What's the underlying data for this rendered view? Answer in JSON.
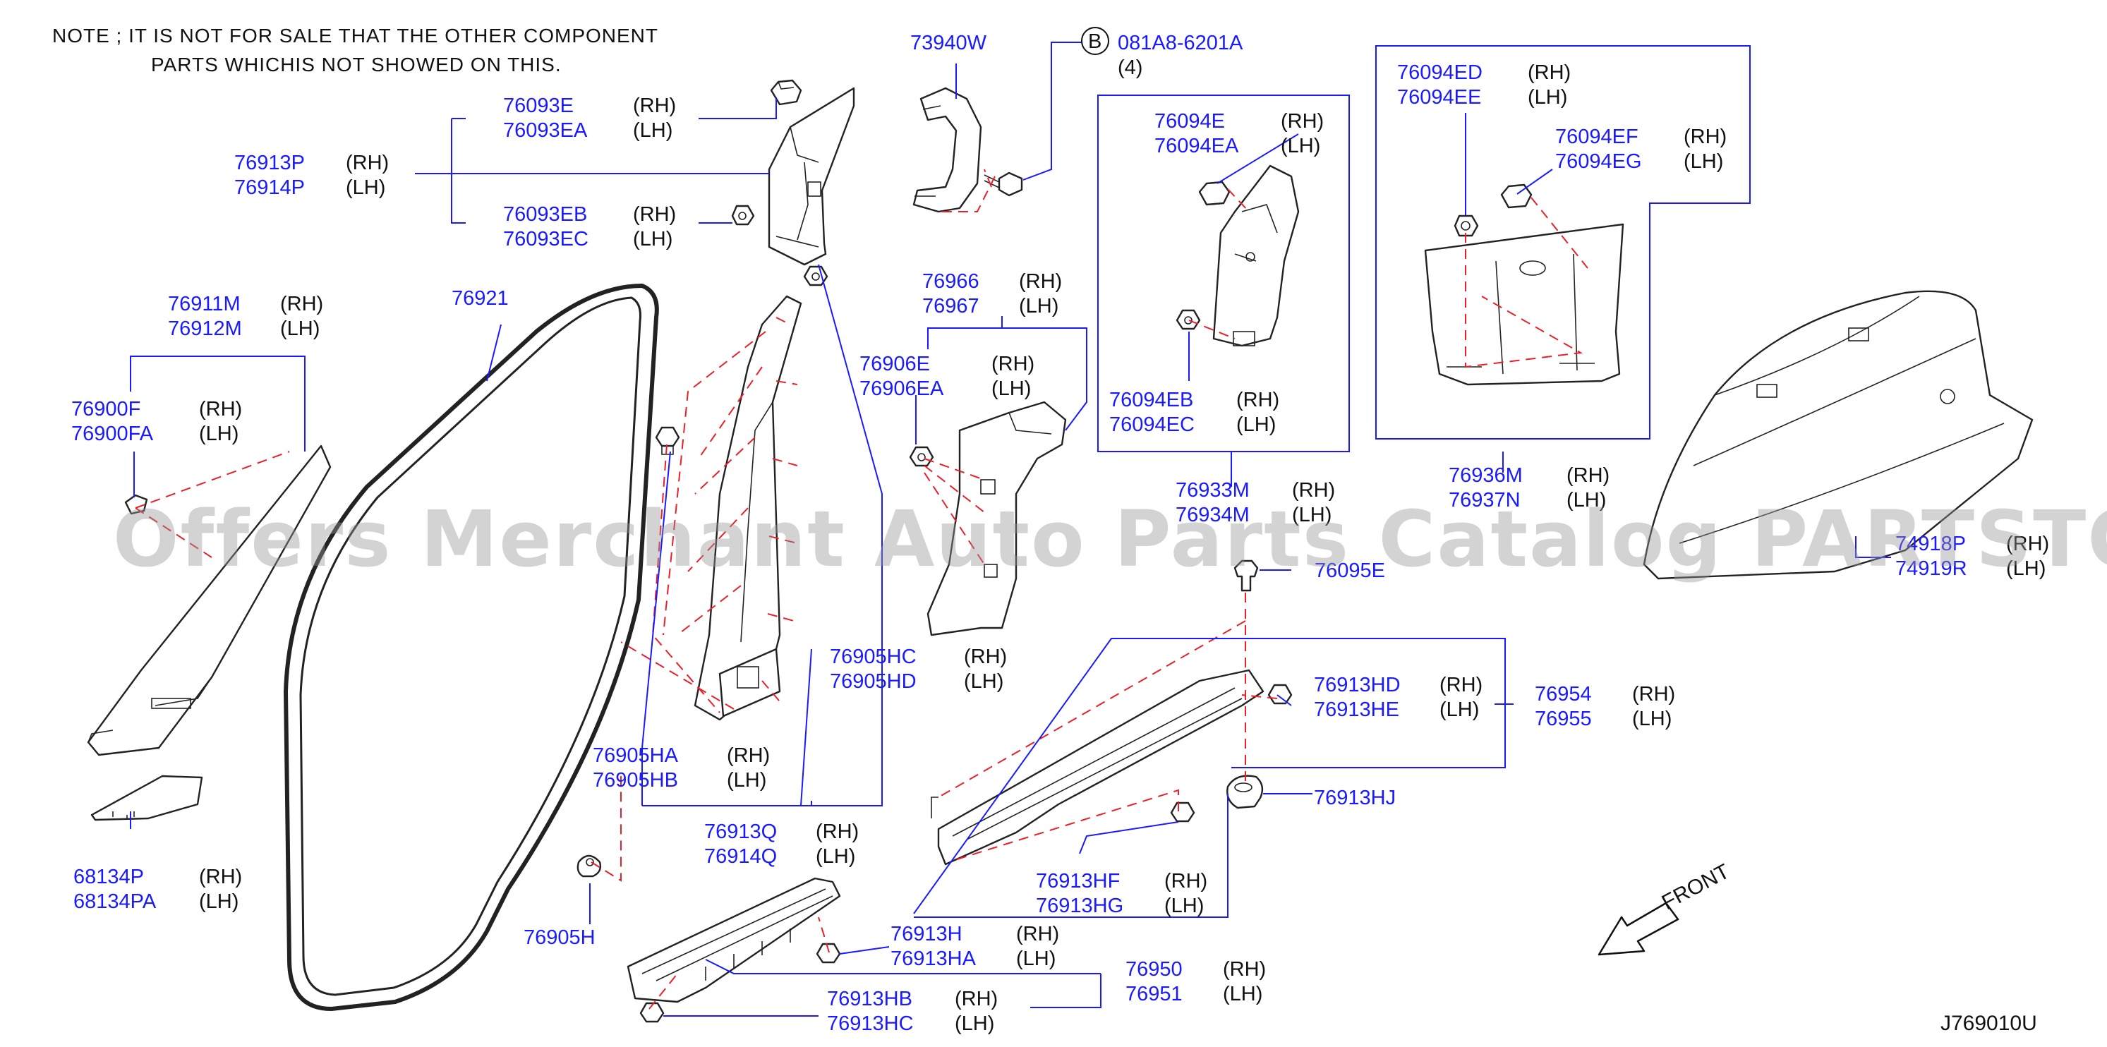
{
  "note": {
    "line1": "NOTE  ;  IT  IS  NOT  FOR  SALE  THAT  THE  OTHER  COMPONENT",
    "line2": "PARTS  WHICHIS  NOT  SHOWED  ON  THIS."
  },
  "callouts": [
    {
      "id": "c76093e",
      "parts": [
        "76093E",
        "76093EA"
      ],
      "sides": [
        "(RH)",
        "(LH)"
      ]
    },
    {
      "id": "c76913p",
      "parts": [
        "76913P",
        "76914P"
      ],
      "sides": [
        "(RH)",
        "(LH)"
      ]
    },
    {
      "id": "c76093eb",
      "parts": [
        "76093EB",
        "76093EC"
      ],
      "sides": [
        "(RH)",
        "(LH)"
      ]
    },
    {
      "id": "c73940w",
      "parts": [
        "73940W"
      ],
      "sides": []
    },
    {
      "id": "c081a8",
      "parts": [
        "081A8-6201A"
      ],
      "sides": [
        "(4)"
      ],
      "badge": "B"
    },
    {
      "id": "c76094e",
      "parts": [
        "76094E",
        "76094EA"
      ],
      "sides": [
        "(RH)",
        "(LH)"
      ]
    },
    {
      "id": "c76094ed",
      "parts": [
        "76094ED",
        "76094EE"
      ],
      "sides": [
        "(RH)",
        "(LH)"
      ]
    },
    {
      "id": "c76094ef",
      "parts": [
        "76094EF",
        "76094EG"
      ],
      "sides": [
        "(RH)",
        "(LH)"
      ]
    },
    {
      "id": "c76911m",
      "parts": [
        "76911M",
        "76912M"
      ],
      "sides": [
        "(RH)",
        "(LH)"
      ]
    },
    {
      "id": "c76921",
      "parts": [
        "76921"
      ],
      "sides": []
    },
    {
      "id": "c76966",
      "parts": [
        "76966",
        "76967"
      ],
      "sides": [
        "(RH)",
        "(LH)"
      ]
    },
    {
      "id": "c76906e",
      "parts": [
        "76906E",
        "76906EA"
      ],
      "sides": [
        "(RH)",
        "(LH)"
      ]
    },
    {
      "id": "c76094eb",
      "parts": [
        "76094EB",
        "76094EC"
      ],
      "sides": [
        "(RH)",
        "(LH)"
      ]
    },
    {
      "id": "c76900f",
      "parts": [
        "76900F",
        "76900FA"
      ],
      "sides": [
        "(RH)",
        "(LH)"
      ]
    },
    {
      "id": "c76933m",
      "parts": [
        "76933M",
        "76934M"
      ],
      "sides": [
        "(RH)",
        "(LH)"
      ]
    },
    {
      "id": "c76936m",
      "parts": [
        "76936M",
        "76937N"
      ],
      "sides": [
        "(RH)",
        "(LH)"
      ]
    },
    {
      "id": "c74918p",
      "parts": [
        "74918P",
        "74919R"
      ],
      "sides": [
        "(RH)",
        "(LH)"
      ]
    },
    {
      "id": "c76095e",
      "parts": [
        "76095E"
      ],
      "sides": []
    },
    {
      "id": "c76905hc",
      "parts": [
        "76905HC",
        "76905HD"
      ],
      "sides": [
        "(RH)",
        "(LH)"
      ]
    },
    {
      "id": "c76913hd",
      "parts": [
        "76913HD",
        "76913HE"
      ],
      "sides": [
        "(RH)",
        "(LH)"
      ]
    },
    {
      "id": "c76954",
      "parts": [
        "76954",
        "76955"
      ],
      "sides": [
        "(RH)",
        "(LH)"
      ]
    },
    {
      "id": "c76905ha",
      "parts": [
        "76905HA",
        "76905HB"
      ],
      "sides": [
        "(RH)",
        "(LH)"
      ]
    },
    {
      "id": "c76913hj",
      "parts": [
        "76913HJ"
      ],
      "sides": []
    },
    {
      "id": "c76913q",
      "parts": [
        "76913Q",
        "76914Q"
      ],
      "sides": [
        "(RH)",
        "(LH)"
      ]
    },
    {
      "id": "c68134p",
      "parts": [
        "68134P",
        "68134PA"
      ],
      "sides": [
        "(RH)",
        "(LH)"
      ]
    },
    {
      "id": "c76913hf",
      "parts": [
        "76913HF",
        "76913HG"
      ],
      "sides": [
        "(RH)",
        "(LH)"
      ]
    },
    {
      "id": "c76905h",
      "parts": [
        "76905H"
      ],
      "sides": []
    },
    {
      "id": "c76913h",
      "parts": [
        "76913H",
        "76913HA"
      ],
      "sides": [
        "(RH)",
        "(LH)"
      ]
    },
    {
      "id": "c76950",
      "parts": [
        "76950",
        "76951"
      ],
      "sides": [
        "(RH)",
        "(LH)"
      ]
    },
    {
      "id": "c76913hb",
      "parts": [
        "76913HB",
        "76913HC"
      ],
      "sides": [
        "(RH)",
        "(LH)"
      ]
    }
  ],
  "front_label": "FRONT",
  "diagram_id": "J769010U",
  "watermark": "Offers Merchant Auto Parts Catalog PARTSTORE SA",
  "colors": {
    "part_number": "#1a1aff",
    "dashed": "#e8202a",
    "outline": "#222222"
  }
}
